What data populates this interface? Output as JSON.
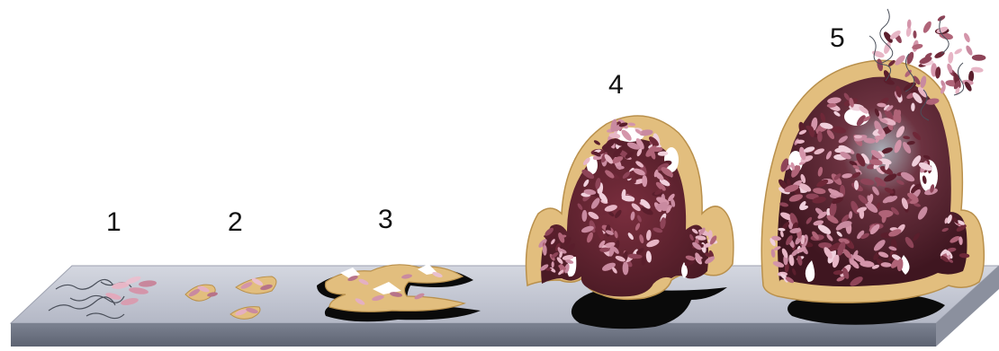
{
  "stages": [
    {
      "label": "1"
    },
    {
      "label": "2"
    },
    {
      "label": "3"
    },
    {
      "label": "4"
    },
    {
      "label": "5"
    }
  ],
  "colors": {
    "slab_top": "#c3c6d2",
    "slab_front": "#6f7584",
    "slab_side": "#8b909e",
    "matrix": "#e2be7e",
    "matrix_dark": "#b9904c",
    "shadow": "#0a0a0a",
    "cell_light": "#e7b6c6",
    "cell_mid": "#b06478",
    "cell_dark": "#6e2838",
    "flagella": "#4a4f5a"
  }
}
